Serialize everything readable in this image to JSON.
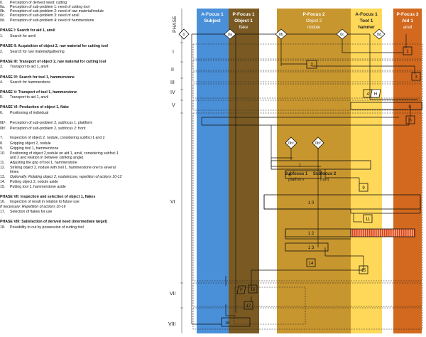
{
  "legend": {
    "items": [
      {
        "num": "0.",
        "text": "Perception of derived need: cutting",
        "style": "normal"
      },
      {
        "num": "0a.",
        "text": "Perception of sub-problem 1: need of cutting tool",
        "style": "normal"
      },
      {
        "num": "0b.",
        "text": "Perception of sub-problem 2: need of raw material/nodule",
        "style": "normal"
      },
      {
        "num": "0c.",
        "text": "Perception of sub-problem 3: need of anvil",
        "style": "normal"
      },
      {
        "num": "0d.",
        "text": "Perception of sub-problem 4: need of hammerstone",
        "style": "normal"
      },
      {
        "num": "",
        "text": "PHASE I: Search for aid 1, anvil",
        "style": "phase"
      },
      {
        "num": "1.",
        "text": "Search for anvil",
        "style": "normal"
      },
      {
        "num": "",
        "text": "PHASE II: Acquisition of object 2, raw material for cutting tool",
        "style": "phase"
      },
      {
        "num": "2.",
        "text": "Search for raw material/gathering",
        "style": "normal"
      },
      {
        "num": "",
        "text": "PHASE III: Transport of object 2, raw material for cutting tool",
        "style": "phase"
      },
      {
        "num": "3.",
        "text": "Transport to aid 1, anvil",
        "style": "normal"
      },
      {
        "num": "",
        "text": "PHASE IV: Search for tool 1, hammerstone",
        "style": "phase"
      },
      {
        "num": "4.",
        "text": "Search for hammerstone",
        "style": "normal"
      },
      {
        "num": "",
        "text": "PHASE V: Transport of tool 1, hammerstone",
        "style": "phase"
      },
      {
        "num": "5.",
        "text": "Transport to aid 1, anvil",
        "style": "normal"
      },
      {
        "num": "",
        "text": "PHASE VI: Production of object 1, flake",
        "style": "phase"
      },
      {
        "num": "6.",
        "text": "Positioning of individual",
        "style": "normal"
      },
      {
        "num": "0b¹.",
        "text": "Perception of sub-problem 2, subfocus 1: plattform",
        "style": "normal"
      },
      {
        "num": "0b².",
        "text": "Perception of sub-problem 2, subfocus 2: front",
        "style": "normal"
      },
      {
        "num": "7.",
        "text": "Inspection of object 2, nodule, considering subfoci 1 and 2",
        "style": "normal"
      },
      {
        "num": "8.",
        "text": "Gripping object 2, nodule",
        "style": "normal"
      },
      {
        "num": "9.",
        "text": "Gripping tool 1, hammerstone",
        "style": "normal"
      },
      {
        "num": "10.",
        "text": "Positioning of object 2,nodule on aid 1, anvil, considering subfoci 1",
        "style": "normal"
      },
      {
        "num": "",
        "text": "and 2 and relation in between (striking angle)",
        "style": "normal"
      },
      {
        "num": "11.",
        "text": "Adjusting the grip of tool 1, hammerstone",
        "style": "normal"
      },
      {
        "num": "12.",
        "text": "Striking object 2, nodule with tool 1, hammerstone one to several",
        "style": "normal"
      },
      {
        "num": "",
        "text": "times",
        "style": "normal"
      },
      {
        "num": "13.",
        "text": "Optionally: Rotating object 2, nodule/core, repetition of actions 10-12",
        "style": "italic"
      },
      {
        "num": "14.",
        "text": "Putting object 2, nodule aside",
        "style": "normal"
      },
      {
        "num": "15.",
        "text": "Putting tool 1, hammerstone aside",
        "style": "normal"
      },
      {
        "num": "",
        "text": "PHASE VII: Inspection and selection of object 1, flakes",
        "style": "phase"
      },
      {
        "num": "16.",
        "text": "Inspection of result in relation to future use",
        "style": "normal"
      },
      {
        "num": "",
        "text": "If necessary: Repetition of actions 10-16",
        "style": "italicfull"
      },
      {
        "num": "17.",
        "text": "Selection of flakes for use",
        "style": "normal"
      },
      {
        "num": "",
        "text": "PHASE VIII: Satisfaction of derived need (intermediate target)",
        "style": "phase"
      },
      {
        "num": "18.",
        "text": "Possibility to cut by possession of cutting tool",
        "style": "normal"
      }
    ]
  },
  "diagram": {
    "phase_axis_label": "PHASE",
    "columns": [
      {
        "title": "A-Focus 1",
        "subtitle": "Subject",
        "color": "#4a90d9"
      },
      {
        "title": "P-Focus 1",
        "subtitle": "Object 1",
        "extra": "flake",
        "color": "#7a5a22"
      },
      {
        "title": "P-Focus 2",
        "subtitle": "Object 2",
        "extra": "nodule",
        "color": "#c8962e"
      },
      {
        "title": "A-Focus 1",
        "subtitle": "Tool 1",
        "extra": "hammer",
        "color": "#ffd85a"
      },
      {
        "title": "P-Focus 3",
        "subtitle": "Aid 1",
        "extra": "anvil",
        "color": "#d2691e"
      }
    ],
    "subfoci": [
      {
        "title": "Subfocus 1",
        "subtitle": "platform"
      },
      {
        "title": "Subfocus 2",
        "subtitle": "front"
      }
    ],
    "phases": [
      "I",
      "II",
      "III",
      "IV",
      "V",
      "VI",
      "VII",
      "VIII"
    ],
    "diamonds": [
      "0",
      "0a",
      "0b",
      "0c",
      "0d",
      "0b¹",
      "0b²"
    ],
    "steps": [
      "1",
      "2",
      "3",
      "4",
      "H",
      "5",
      "6",
      "7",
      "8",
      "9",
      "1 0",
      "11",
      "1 2",
      "1 3",
      "14",
      "15",
      "F",
      "16",
      "17",
      "18"
    ]
  }
}
